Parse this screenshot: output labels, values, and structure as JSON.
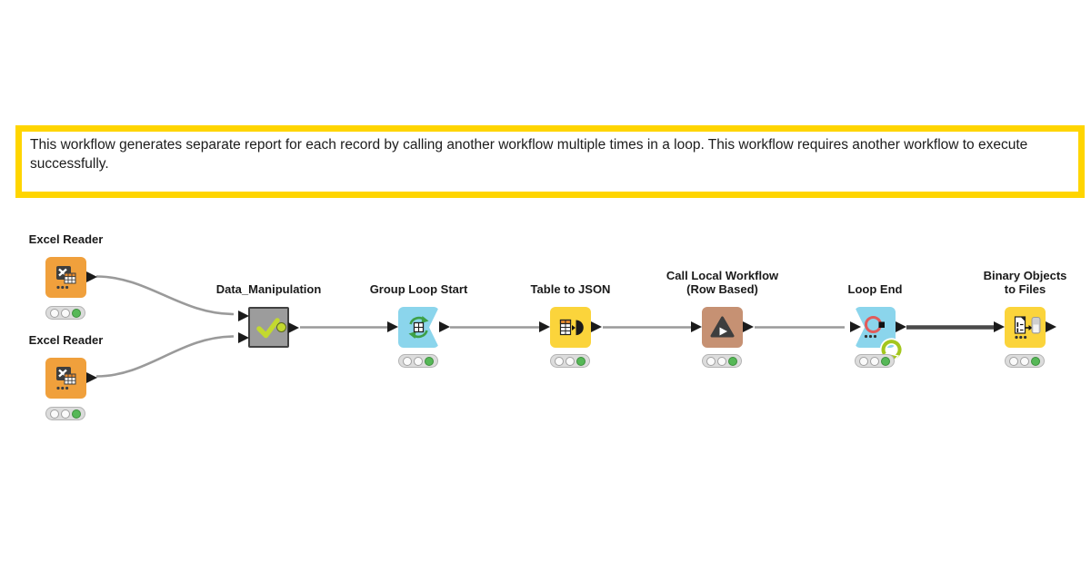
{
  "annotation": {
    "text": "This workflow generates separate report for each record by calling another workflow multiple times in a loop. This workflow requires another workflow to execute successfully.",
    "border_color": "#FFD500",
    "background": "#FFFFFF"
  },
  "nodes": [
    {
      "id": "excel-reader-1",
      "label": "Excel Reader",
      "type": "Excel Reader",
      "icon": "excel-table-icon",
      "body_color": "#F0A03C",
      "status": "executed"
    },
    {
      "id": "excel-reader-2",
      "label": "Excel Reader",
      "type": "Excel Reader",
      "icon": "excel-table-icon",
      "body_color": "#F0A03C",
      "status": "executed"
    },
    {
      "id": "data-manipulation",
      "label": "Data_Manipulation",
      "type": "Component",
      "icon": "checkmark-icon",
      "body_color": "#9C9C9C",
      "status": "executed"
    },
    {
      "id": "group-loop-start",
      "label": "Group Loop Start",
      "type": "Loop Start",
      "icon": "loop-refresh-table-icon",
      "body_color": "#8BD5EC",
      "status": "executed"
    },
    {
      "id": "table-to-json",
      "label": "Table to JSON",
      "type": "Manipulator",
      "icon": "table-to-json-icon",
      "body_color": "#FBD43B",
      "status": "executed"
    },
    {
      "id": "call-local-workflow",
      "label": "Call Local Workflow\n(Row Based)",
      "type": "Workflow Caller",
      "icon": "workflow-call-triangle-icon",
      "body_color": "#C69173",
      "status": "executed"
    },
    {
      "id": "loop-end",
      "label": "Loop End",
      "type": "Loop End",
      "icon": "loop-end-circle-icon",
      "body_color": "#8BD5EC",
      "status": "executed"
    },
    {
      "id": "binary-objects-to-files",
      "label": "Binary Objects\nto Files",
      "type": "Sink",
      "icon": "binary-to-files-icon",
      "body_color": "#FBD43B",
      "status": "executed"
    }
  ],
  "traffic_light": {
    "states": [
      "off",
      "off",
      "green"
    ],
    "on_color": "#56B857",
    "off_color": "#FAFAFA"
  },
  "connections": [
    {
      "from": "excel-reader-1",
      "to": "data-manipulation",
      "style": "normal"
    },
    {
      "from": "excel-reader-2",
      "to": "data-manipulation",
      "style": "normal"
    },
    {
      "from": "data-manipulation",
      "to": "group-loop-start",
      "style": "normal"
    },
    {
      "from": "group-loop-start",
      "to": "table-to-json",
      "style": "normal"
    },
    {
      "from": "table-to-json",
      "to": "call-local-workflow",
      "style": "normal"
    },
    {
      "from": "call-local-workflow",
      "to": "loop-end",
      "style": "normal"
    },
    {
      "from": "loop-end",
      "to": "binary-objects-to-files",
      "style": "thick-dark"
    }
  ],
  "colors": {
    "wire": "#9A9A9A",
    "wire_dark": "#4A4A4A",
    "port": "#1B1B1B",
    "check": "#C3D92F",
    "loop_arrow_green": "#A4C71E",
    "loop_end_red": "#E25B5B",
    "icon_dark": "#3E3E3E",
    "icon_orange_header": "#E98A2B"
  }
}
